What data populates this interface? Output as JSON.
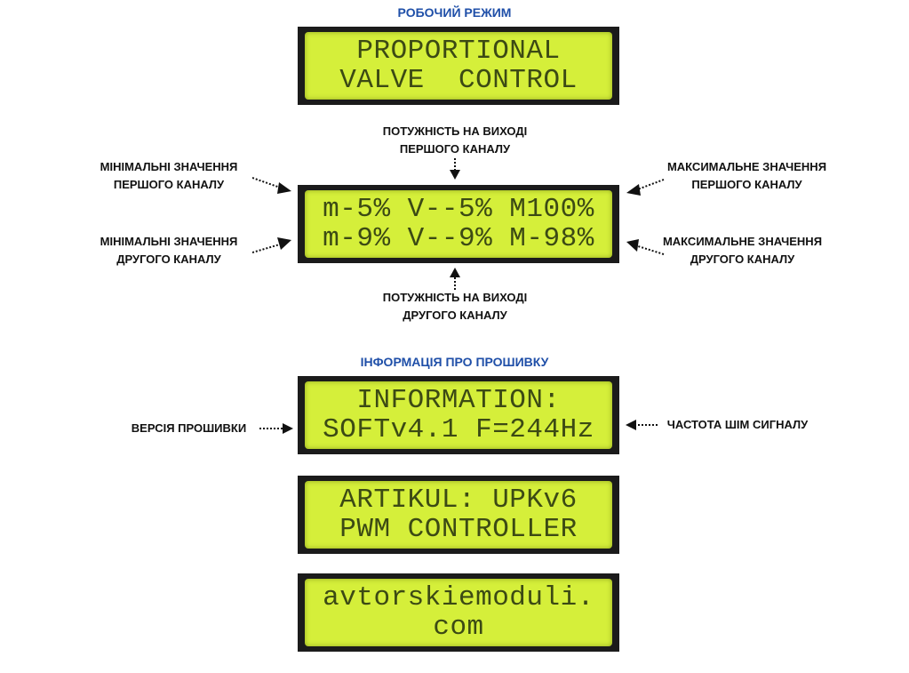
{
  "sections": {
    "working_mode": "РОБОЧИЙ РЕЖИМ",
    "firmware_info": "ІНФОРМАЦІЯ ПРО ПРОШИВКУ"
  },
  "lcd_mode": {
    "line1": "PROPORTIONAL",
    "line2": "VALVE  CONTROL"
  },
  "lcd_values": {
    "line1": "m-5% V--5% M100%",
    "line2": "m-9% V--9% M-98%"
  },
  "lcd_info": {
    "line1": "INFORMATION:",
    "line2": "SOFTv4.1 F=244Hz"
  },
  "lcd_artikul": {
    "line1": "ARTIKUL: UPKv6",
    "line2": "PWM CONTROLLER"
  },
  "lcd_site": {
    "line1": "avtorskiemoduli.",
    "line2": "com"
  },
  "annotations": {
    "out1": {
      "l1": "ПОТУЖНІСТЬ НА ВИХОДІ",
      "l2": "ПЕРШОГО КАНАЛУ"
    },
    "out2": {
      "l1": "ПОТУЖНІСТЬ НА ВИХОДІ",
      "l2": "ДРУГОГО КАНАЛУ"
    },
    "min1": {
      "l1": "МІНІМАЛЬНІ ЗНАЧЕННЯ",
      "l2": "ПЕРШОГО КАНАЛУ"
    },
    "min2": {
      "l1": "МІНІМАЛЬНІ ЗНАЧЕННЯ",
      "l2": "ДРУГОГО КАНАЛУ"
    },
    "max1": {
      "l1": "МАКСИМАЛЬНЕ ЗНАЧЕННЯ",
      "l2": "ПЕРШОГО КАНАЛУ"
    },
    "max2": {
      "l1": "МАКСИМАЛЬНЕ ЗНАЧЕННЯ",
      "l2": "ДРУГОГО КАНАЛУ"
    },
    "version": "ВЕРСІЯ ПРОШИВКИ",
    "pwm_freq": "ЧАСТОТА ШІМ СИГНАЛУ"
  }
}
